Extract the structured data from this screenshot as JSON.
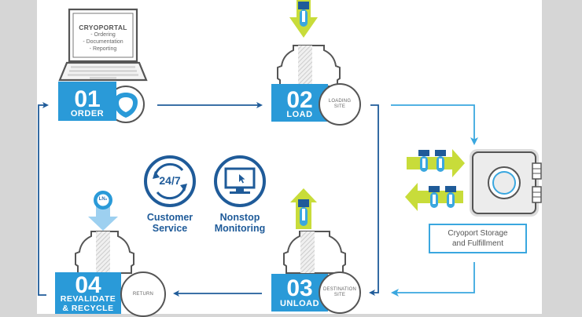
{
  "colors": {
    "step_blue": "#2a9ad8",
    "dark_blue": "#1f5b99",
    "light_blue_line": "#3aa7df",
    "lime_arrow": "#c8dc3a",
    "pale_blue_arrow": "#9dd0f0",
    "tube_cap": "#1f5b99",
    "tube_body": "#3aa7df",
    "outline_gray": "#555555",
    "background_gray": "#d6d6d6"
  },
  "portal": {
    "title": "CRYOPORTAL",
    "items": [
      "- Ordering",
      "- Documentation",
      "- Reporting"
    ]
  },
  "steps": [
    {
      "number": "01",
      "label": "ORDER",
      "icon": "shield-icon"
    },
    {
      "number": "02",
      "label": "LOAD",
      "site": "LOADING\nSITE",
      "icon": "tube-down-arrow-icon"
    },
    {
      "number": "03",
      "label": "UNLOAD",
      "site": "DESTINATION\nSITE",
      "icon": "tube-up-arrow-icon"
    },
    {
      "number": "04",
      "label_line1": "REVALIDATE",
      "label_line2": "& RECYCLE",
      "site": "RETURN",
      "icon": "ln2-down-arrow-icon"
    }
  ],
  "ln2_label": "LN₂",
  "features": [
    {
      "icon": "clock-24-7-icon",
      "icon_text": "24/7",
      "line1": "Customer",
      "line2": "Service"
    },
    {
      "icon": "monitor-cursor-icon",
      "line1": "Nonstop",
      "line2": "Monitoring"
    }
  ],
  "storage": {
    "icon": "vault-icon",
    "line1": "Cryoport Storage",
    "line2": "and Fulfillment"
  },
  "flow": [
    {
      "from": "01 ORDER",
      "to": "02 LOAD"
    },
    {
      "from": "02 LOAD",
      "to": "03 UNLOAD"
    },
    {
      "from": "02 LOAD",
      "to": "Cryoport Storage and Fulfillment"
    },
    {
      "from": "Cryoport Storage and Fulfillment",
      "to": "03 UNLOAD"
    },
    {
      "from": "03 UNLOAD",
      "to": "04 REVALIDATE & RECYCLE"
    },
    {
      "from": "04 REVALIDATE & RECYCLE",
      "to": "01 ORDER"
    }
  ]
}
